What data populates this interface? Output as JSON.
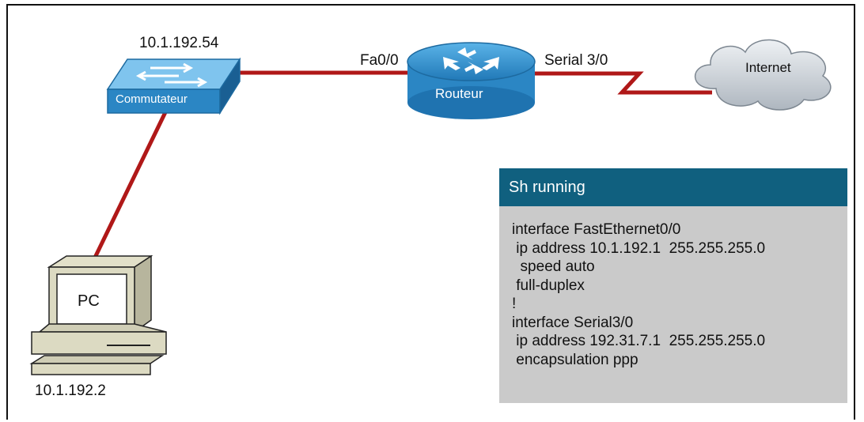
{
  "devices": {
    "switch": {
      "label": "Commutateur",
      "ip": "10.1.192.54",
      "icon": "switch-icon"
    },
    "router": {
      "label": "Routeur",
      "icon": "router-icon"
    },
    "cloud": {
      "label": "Internet",
      "icon": "cloud-icon"
    },
    "pc": {
      "label": "PC",
      "ip": "10.1.192.2",
      "icon": "pc-icon"
    }
  },
  "interfaces": {
    "router_lan": "Fa0/0",
    "router_wan": "Serial 3/0"
  },
  "config": {
    "title": "Sh running",
    "lines": [
      "interface FastEthernet0/0",
      " ip address 10.1.192.1  255.255.255.0",
      "  speed auto",
      " full-duplex",
      "!",
      "interface Serial3/0",
      " ip address 192.31.7.1  255.255.255.0",
      " encapsulation ppp"
    ]
  },
  "colors": {
    "link": "#b01818",
    "device_blue": "#2b86c4",
    "header": "#10607f",
    "panel": "#cacaca"
  }
}
